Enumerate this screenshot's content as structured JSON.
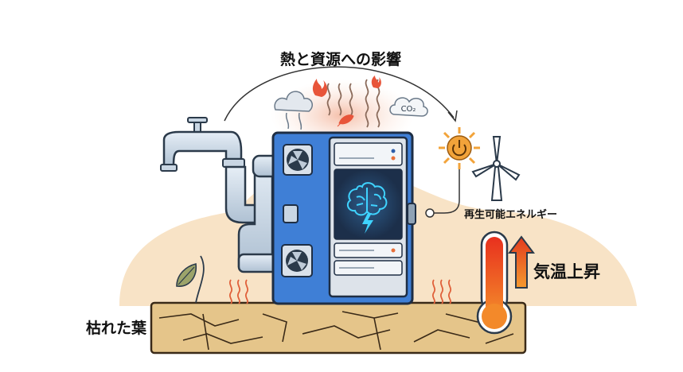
{
  "labels": {
    "title": "熱と資源への影響",
    "renewable": "再生可能エネルギー",
    "temperature_rise": "気温上昇",
    "withered_leaf": "枯れた葉",
    "co2": "CO₂"
  },
  "colors": {
    "ground": "#E5C58A",
    "ground_crack": "#3A2A18",
    "server_body": "#3F7FD6",
    "server_panel": "#DDE3EA",
    "screen": "#1C2F4A",
    "brain_glow": "#3FD3FF",
    "pipe": "#C9D6E3",
    "heat_wave": "#E0603A",
    "thermometer": "#E84A22",
    "sun": "#F2A33A",
    "background_blob": "#F8E3C6"
  },
  "icons": [
    "faucet-icon",
    "fan-icon",
    "brain-icon",
    "lightning-icon",
    "sun-power-icon",
    "wind-turbine-icon",
    "thermometer-icon",
    "up-arrow-icon",
    "steam-icon",
    "fire-icon",
    "co2-cloud-icon",
    "leaf-icon"
  ]
}
